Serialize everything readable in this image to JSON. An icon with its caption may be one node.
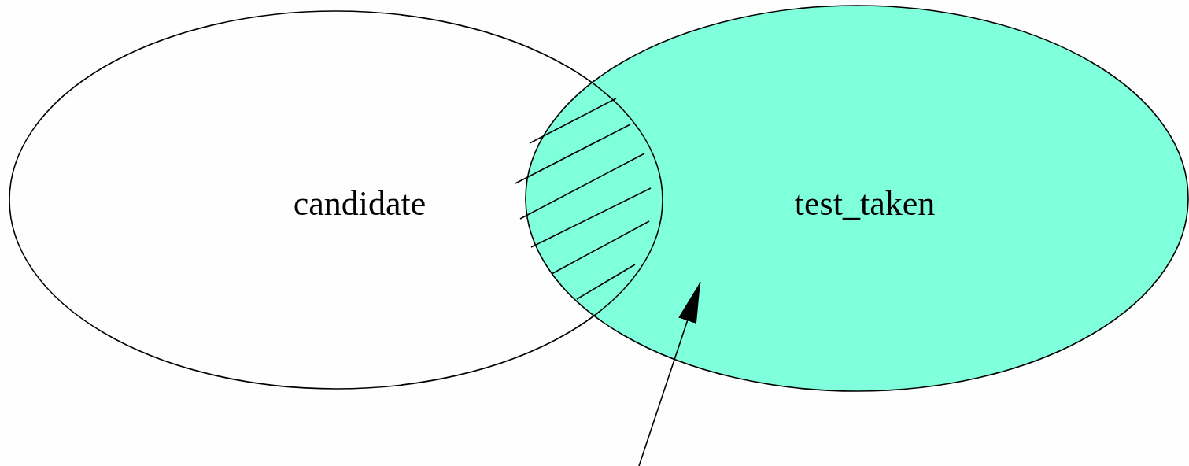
{
  "diagram": {
    "nodes": [
      {
        "text": [
          "candidate"
        ]
      },
      {
        "text": [
          "test_taken"
        ]
      }
    ],
    "edges": [
      {
        "from": null,
        "to": 1,
        "arrow": "to"
      }
    ]
  }
}
